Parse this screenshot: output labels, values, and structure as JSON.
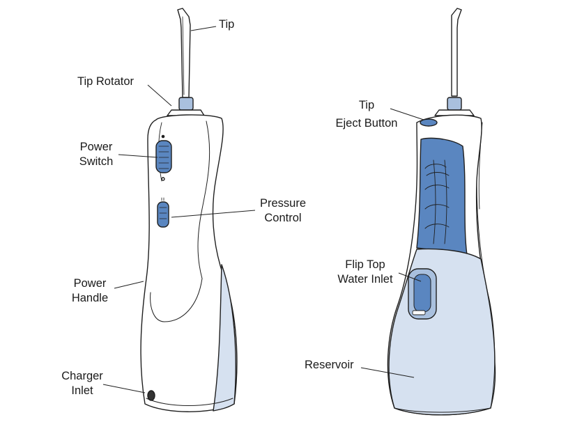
{
  "labels": {
    "tip": "Tip",
    "tip_rotator": "Tip Rotator",
    "power_switch": [
      "Power",
      "Switch"
    ],
    "pressure_control": [
      "Pressure",
      "Control"
    ],
    "power_handle": [
      "Power",
      "Handle"
    ],
    "charger_inlet": [
      "Charger",
      "Inlet"
    ],
    "tip_eject_button": [
      "Tip",
      "Eject Button"
    ],
    "flip_top_water_inlet": [
      "Flip Top",
      "Water Inlet"
    ],
    "reservoir": "Reservoir"
  },
  "colors": {
    "outline": "#1f1f1f",
    "accent_blue": "#5a86c0",
    "light_blue": "#d6e1f0",
    "mid_blue": "#a9c0de",
    "text": "#1a1a1a"
  }
}
